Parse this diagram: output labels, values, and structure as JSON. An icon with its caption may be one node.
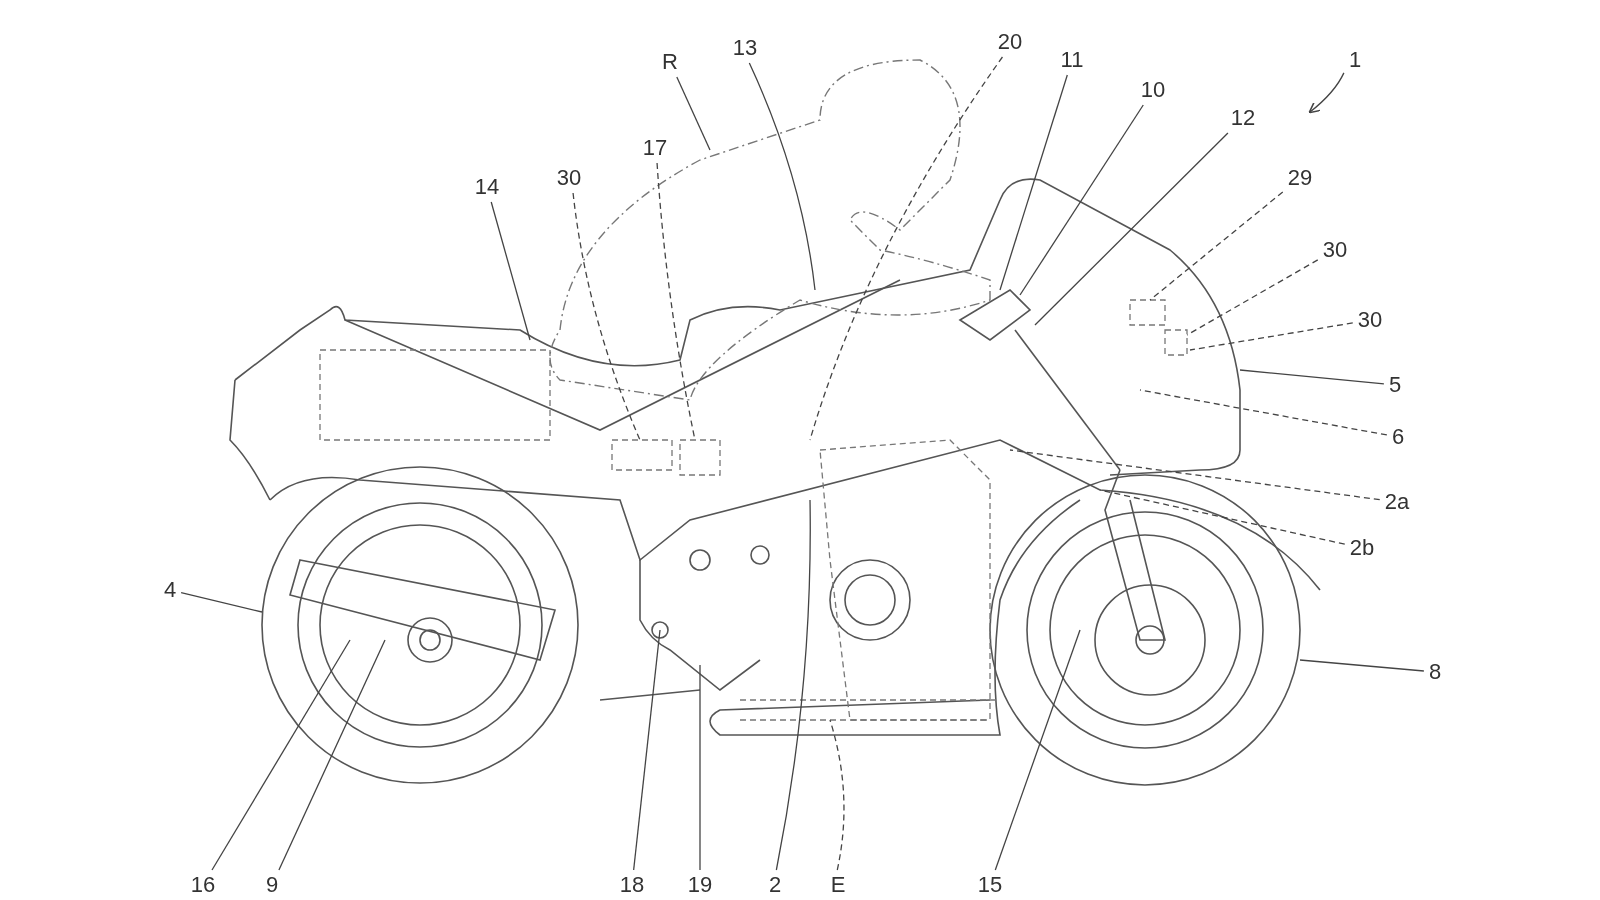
{
  "diagram": {
    "nodes": [
      {
        "text": [
          "R"
        ]
      },
      {
        "text": [
          "13"
        ]
      },
      {
        "text": [
          "20"
        ]
      },
      {
        "text": [
          "11"
        ]
      },
      {
        "text": [
          "1"
        ]
      },
      {
        "text": [
          "10"
        ]
      },
      {
        "text": [
          "12"
        ]
      },
      {
        "text": [
          "17"
        ]
      },
      {
        "text": [
          "29"
        ]
      },
      {
        "text": [
          "14"
        ]
      },
      {
        "text": [
          "30"
        ]
      },
      {
        "text": [
          "30"
        ]
      },
      {
        "text": [
          "30"
        ]
      },
      {
        "text": [
          "5"
        ]
      },
      {
        "text": [
          "6"
        ]
      },
      {
        "text": [
          "2a"
        ]
      },
      {
        "text": [
          "2b"
        ]
      },
      {
        "text": [
          "4"
        ]
      },
      {
        "text": [
          "8"
        ]
      },
      {
        "text": [
          "16"
        ]
      },
      {
        "text": [
          "9"
        ]
      },
      {
        "text": [
          "18"
        ]
      },
      {
        "text": [
          "19"
        ]
      },
      {
        "text": [
          "2"
        ]
      },
      {
        "text": [
          "E"
        ]
      },
      {
        "text": [
          "15"
        ]
      }
    ],
    "edges": [
      {
        "from": 0,
        "to": null,
        "arrow": "none"
      },
      {
        "from": 1,
        "to": null,
        "arrow": "none"
      },
      {
        "from": 2,
        "to": null,
        "arrow": "none",
        "style": "dashed"
      },
      {
        "from": 3,
        "to": null,
        "arrow": "none"
      },
      {
        "from": 4,
        "to": null,
        "arrow": "to"
      },
      {
        "from": 5,
        "to": null,
        "arrow": "none"
      },
      {
        "from": 6,
        "to": null,
        "arrow": "none"
      },
      {
        "from": 7,
        "to": null,
        "arrow": "none",
        "style": "dashed"
      },
      {
        "from": 8,
        "to": null,
        "arrow": "none",
        "style": "dashed"
      },
      {
        "from": 9,
        "to": null,
        "arrow": "none"
      },
      {
        "from": 10,
        "to": null,
        "arrow": "none",
        "style": "dashed"
      },
      {
        "from": 11,
        "to": null,
        "arrow": "none",
        "style": "dashed"
      },
      {
        "from": 12,
        "to": null,
        "arrow": "none",
        "style": "dashed"
      },
      {
        "from": 13,
        "to": null,
        "arrow": "none"
      },
      {
        "from": 14,
        "to": null,
        "arrow": "none",
        "style": "dashed"
      },
      {
        "from": 15,
        "to": null,
        "arrow": "none",
        "style": "dashed"
      },
      {
        "from": 16,
        "to": null,
        "arrow": "none",
        "style": "dashed"
      },
      {
        "from": 17,
        "to": null,
        "arrow": "none"
      },
      {
        "from": 18,
        "to": null,
        "arrow": "none"
      },
      {
        "from": 19,
        "to": null,
        "arrow": "none"
      },
      {
        "from": 20,
        "to": null,
        "arrow": "none"
      },
      {
        "from": 21,
        "to": null,
        "arrow": "none"
      },
      {
        "from": 22,
        "to": null,
        "arrow": "none"
      },
      {
        "from": 23,
        "to": null,
        "arrow": "none"
      },
      {
        "from": 24,
        "to": null,
        "arrow": "none",
        "style": "dashed"
      },
      {
        "from": 25,
        "to": null,
        "arrow": "none"
      }
    ]
  }
}
